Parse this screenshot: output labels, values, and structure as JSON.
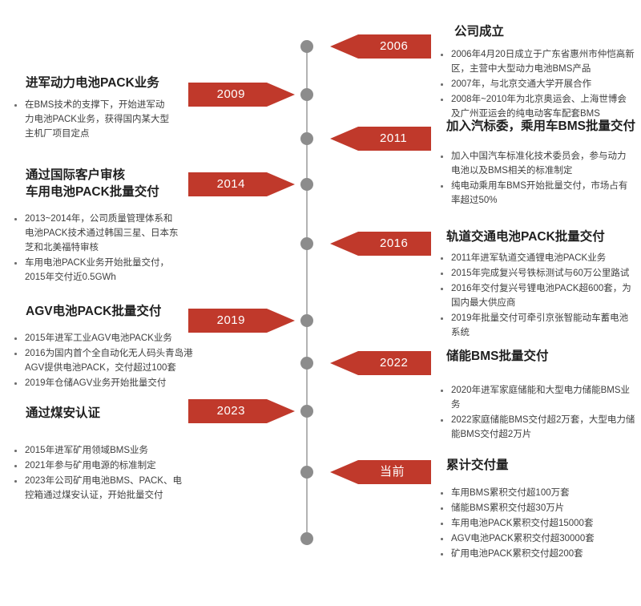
{
  "theme": {
    "accent_red": "#C0392B",
    "spine_gray": "#B3B3B3",
    "dot_gray": "#8C8C8C",
    "heading_color": "#1F1F1F",
    "body_color": "#404040"
  },
  "timeline": {
    "orientation": "vertical-alternating",
    "dot_count": 10,
    "events": [
      {
        "side": "right",
        "year": "2006",
        "heading": "公司成立",
        "bullets": [
          "2006年4月20日成立于广东省惠州市仲恺高新区，主营中大型动力电池BMS产品",
          "2007年，与北京交通大学开展合作",
          "2008年~2010年为北京奥运会、上海世博会及广州亚运会的纯电动客车配套BMS"
        ]
      },
      {
        "side": "left",
        "year": "2009",
        "heading": "进军动力电池PACK业务",
        "bullets": [
          "在BMS技术的支撑下，开始进军动力电池PACK业务，获得国内某大型主机厂项目定点"
        ]
      },
      {
        "side": "right",
        "year": "2011",
        "heading": "加入汽标委，乘用车BMS批量交付",
        "bullets": [
          "加入中国汽车标准化技术委员会，参与动力电池以及BMS相关的标准制定",
          "纯电动乘用车BMS开始批量交付，市场占有率超过50%"
        ]
      },
      {
        "side": "left",
        "year": "2014",
        "heading": "通过国际客户审核\n车用电池PACK批量交付",
        "bullets": [
          "2013~2014年，公司质量管理体系和电池PACK技术通过韩国三星、日本东芝和北美福特审核",
          "车用电池PACK业务开始批量交付，2015年交付近0.5GWh"
        ]
      },
      {
        "side": "right",
        "year": "2016",
        "heading": "轨道交通电池PACK批量交付",
        "bullets": [
          "2011年进军轨道交通锂电池PACK业务",
          "2015年完成复兴号铁标测试与60万公里路试",
          "2016年交付复兴号锂电池PACK超600套，为国内最大供应商",
          "2019年批量交付可牵引京张智能动车蓄电池系统"
        ]
      },
      {
        "side": "left",
        "year": "2019",
        "heading": "AGV电池PACK批量交付",
        "bullets": [
          "2015年进军工业AGV电池PACK业务",
          "2016为国内首个全自动化无人码头青岛港AGV提供电池PACK，交付超过100套",
          "2019年仓储AGV业务开始批量交付"
        ]
      },
      {
        "side": "right",
        "year": "2022",
        "heading": "储能BMS批量交付",
        "bullets": [
          "2020年进军家庭储能和大型电力储能BMS业务",
          "2022家庭储能BMS交付超2万套，大型电力储能BMS交付超2万片"
        ]
      },
      {
        "side": "left",
        "year": "2023",
        "heading": "通过煤安认证",
        "bullets": [
          "2015年进军矿用领域BMS业务",
          "2021年参与矿用电源的标准制定",
          "2023年公司矿用电池BMS、PACK、电控箱通过煤安认证，开始批量交付"
        ]
      },
      {
        "side": "right",
        "year": "当前",
        "heading": "累计交付量",
        "bullets": [
          "车用BMS累积交付超100万套",
          "储能BMS累积交付超30万片",
          "车用电池PACK累积交付超15000套",
          "AGV电池PACK累积交付超30000套",
          "矿用电池PACK累积交付超200套"
        ]
      }
    ]
  }
}
